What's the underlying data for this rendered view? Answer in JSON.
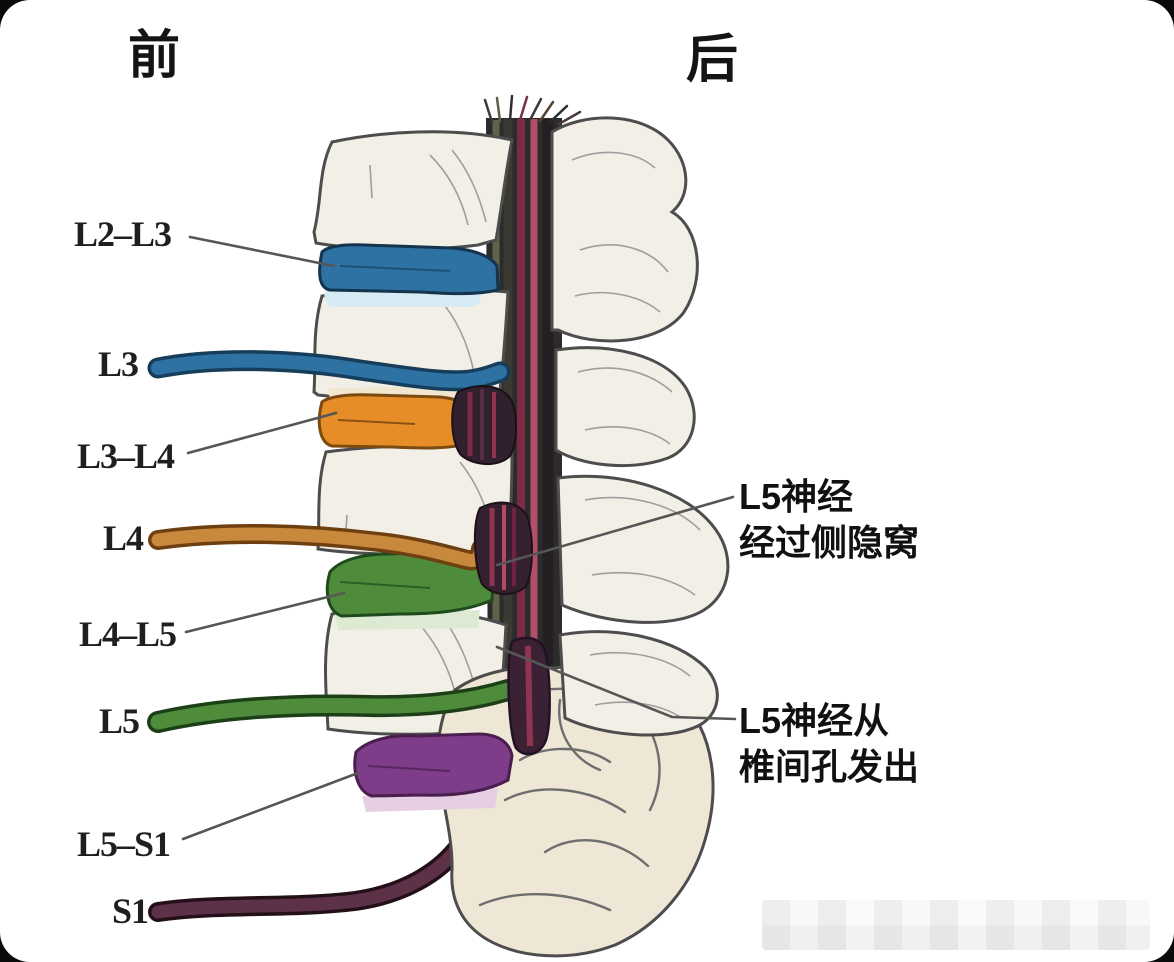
{
  "page": {
    "background": "#0a0a0a",
    "card_background": "#ffffff"
  },
  "orientation": {
    "front_label": "前",
    "back_label": "后"
  },
  "spine_labels": [
    {
      "text": "L2–L3",
      "level_type": "disc",
      "color": "#2d72a2"
    },
    {
      "text": "L3",
      "level_type": "nerve-root",
      "color": "#2d72a2"
    },
    {
      "text": "L3–L4",
      "level_type": "disc",
      "color": "#e68d27"
    },
    {
      "text": "L4",
      "level_type": "nerve-root",
      "color": "#c8893c"
    },
    {
      "text": "L4–L5",
      "level_type": "disc",
      "color": "#4e8c3c"
    },
    {
      "text": "L5",
      "level_type": "nerve-root",
      "color": "#4e8c3c"
    },
    {
      "text": "L5–S1",
      "level_type": "disc",
      "color": "#7d3d88"
    },
    {
      "text": "S1",
      "level_type": "nerve-root",
      "color": "#5d3148"
    }
  ],
  "annotations": [
    {
      "line1": "L5神经",
      "line2": "经过侧隐窝"
    },
    {
      "line1": "L5神经从",
      "line2": "椎间孔发出"
    }
  ],
  "colors": {
    "disc_l2_l3": "#2d72a2",
    "nerve_l3": "#2d72a2",
    "disc_l3_l4": "#e68d27",
    "nerve_l4": "#c8893c",
    "disc_l4_l5": "#4e8c3c",
    "nerve_l5": "#4e8c3c",
    "disc_l5_s1": "#7d3d88",
    "nerve_s1": "#5d3148",
    "bone": "#f2efe7",
    "sacrum": "#efe7d6",
    "canal": "#2b2b2b",
    "label_text": "#1f1f1f",
    "annotation_text": "#111111"
  }
}
